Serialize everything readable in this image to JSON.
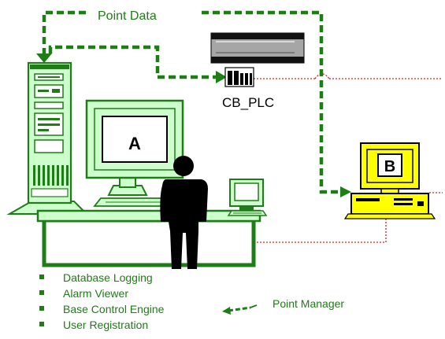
{
  "labels": {
    "point_data": "Point Data",
    "plc_name": "CB_PLC",
    "workstation_a": "A",
    "workstation_b": "B",
    "point_manager": "Point Manager"
  },
  "features": [
    "Database Logging",
    "Alarm Viewer",
    "Base Control Engine",
    "User Registration"
  ],
  "colors": {
    "green_dark": "#1e7d16",
    "green_light": "#ccffcc",
    "network_red": "#e21e1e",
    "monitor_b_yellow": "#ffff00",
    "ink": "#000000"
  },
  "icons": {
    "server": "tower-server-icon",
    "plc": "plc-device-icon",
    "workstation_a": "crt-monitor-icon",
    "workstation_b": "desktop-pc-icon",
    "operator": "person-silhouette-icon",
    "terminal": "small-terminal-icon"
  }
}
